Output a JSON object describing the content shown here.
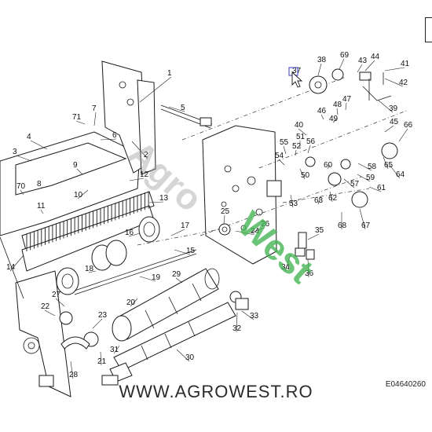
{
  "part_labels": [
    "1",
    "2",
    "3",
    "4",
    "5",
    "6",
    "7",
    "8",
    "9",
    "10",
    "11",
    "12",
    "13",
    "14",
    "15",
    "16",
    "17",
    "18",
    "19",
    "20",
    "21",
    "22",
    "23",
    "24",
    "25",
    "26",
    "27",
    "28",
    "29",
    "30",
    "31",
    "32",
    "33",
    "34",
    "35",
    "36",
    "37",
    "38",
    "39",
    "40",
    "41",
    "42",
    "43",
    "44",
    "45",
    "46",
    "47",
    "48",
    "49",
    "50",
    "51",
    "52",
    "53",
    "54",
    "55",
    "56",
    "57",
    "58",
    "59",
    "60",
    "61",
    "62",
    "63",
    "64",
    "65",
    "66",
    "67",
    "68",
    "69",
    "70",
    "71"
  ],
  "watermark": {
    "part1": "Agro",
    "part2": "West"
  },
  "footer": {
    "website": "WWW.AGROWEST.RO",
    "drawing_code": "E04640260"
  },
  "colors": {
    "line": "#1a1a1a",
    "watermark_gray": "#9a9a9a",
    "watermark_green": "#3fb34f",
    "watermark_red": "#e0334a",
    "cursor_highlight": "#5b5bd6"
  },
  "icons": [
    "pointer-cursor-icon"
  ]
}
